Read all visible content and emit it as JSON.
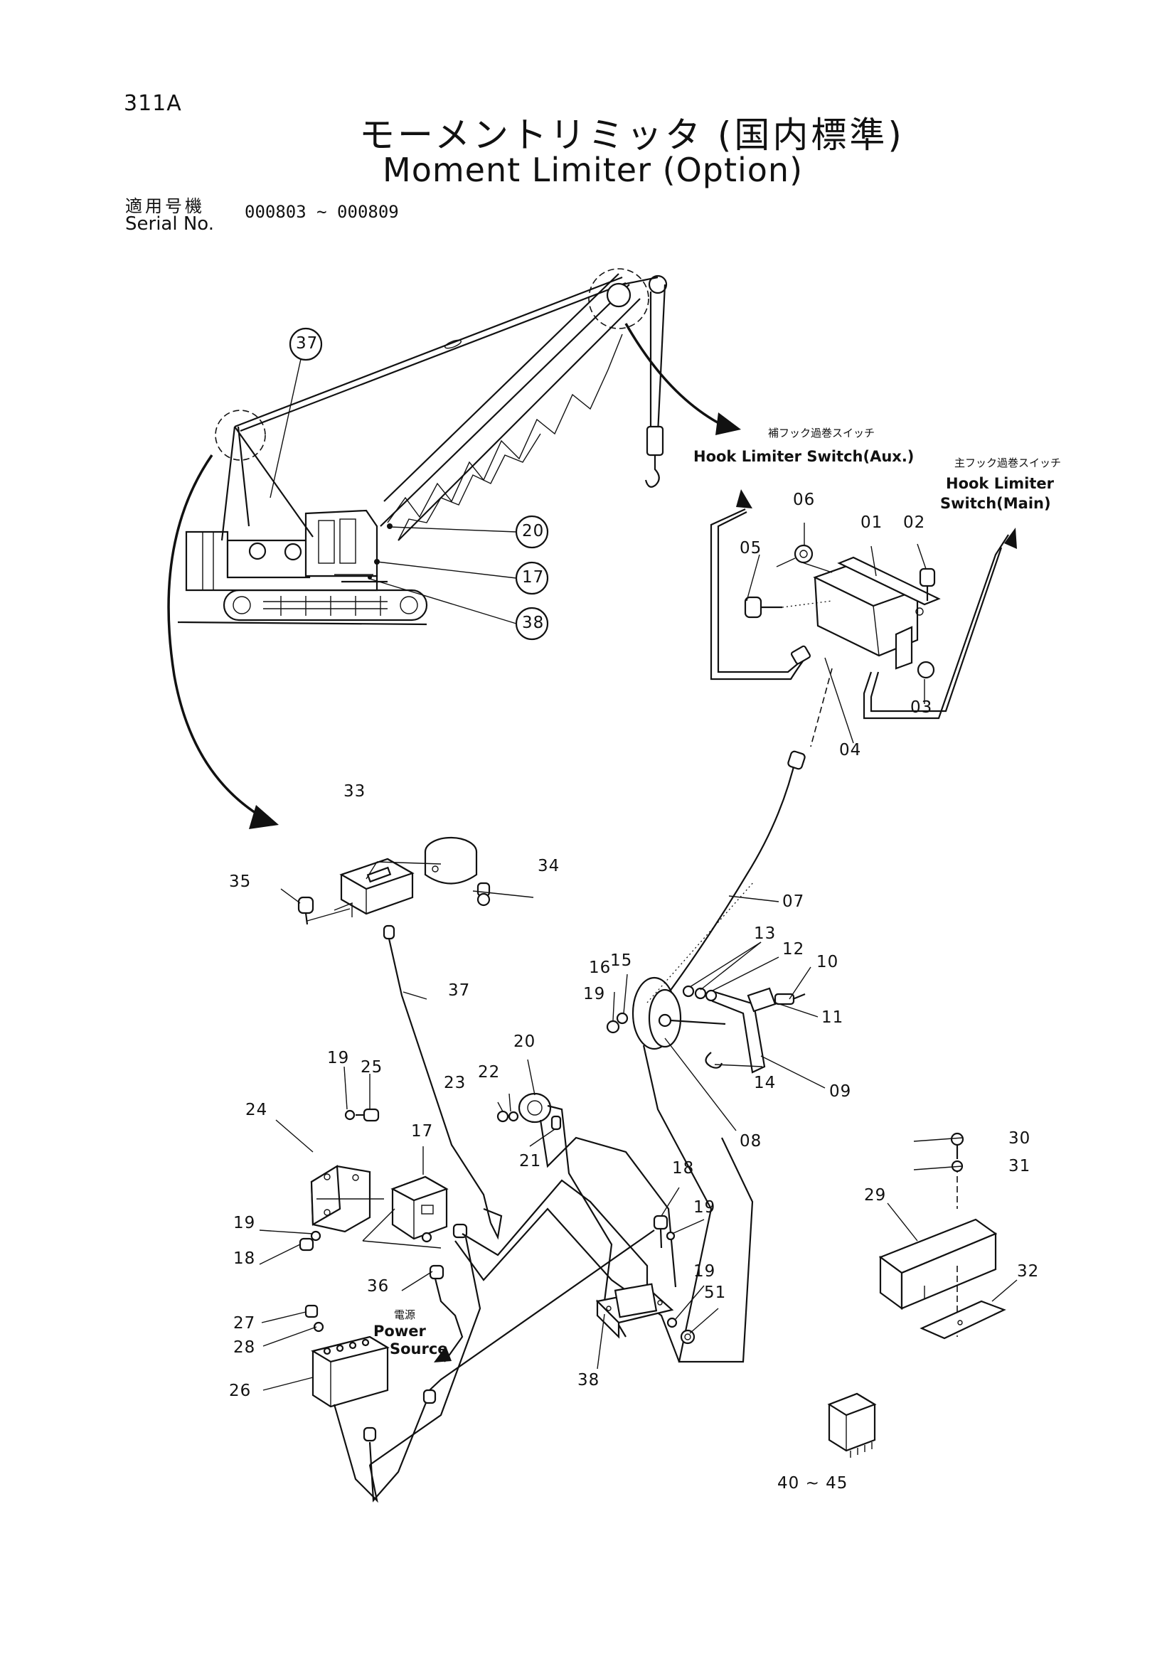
{
  "header": {
    "page_code": "311A",
    "title_jp": "モーメントリミッタ (国内標準)",
    "title_en": "Moment Limiter (Option)",
    "serial_label_jp": "適用号機",
    "serial_label_en": "Serial No.",
    "serial_range": "000803 ~ 000809"
  },
  "annotations": {
    "aux_switch_jp": "補フック過巻スイッチ",
    "aux_switch_en": "Hook Limiter Switch(Aux.)",
    "main_switch_jp": "主フック過巻スイッチ",
    "main_switch_en_line1": "Hook Limiter",
    "main_switch_en_line2": "Switch(Main)",
    "power_jp": "電源",
    "power_en_line1": "Power",
    "power_en_line2": "Source"
  },
  "crane_callouts": [
    "37",
    "20",
    "17",
    "38"
  ],
  "part_labels": [
    "01",
    "02",
    "03",
    "04",
    "05",
    "06",
    "07",
    "08",
    "09",
    "10",
    "11",
    "12",
    "13",
    "14",
    "15",
    "16",
    "17",
    "18",
    "19",
    "20",
    "21",
    "22",
    "23",
    "24",
    "25",
    "26",
    "27",
    "28",
    "29",
    "30",
    "31",
    "32",
    "33",
    "34",
    "35",
    "36",
    "37",
    "38",
    "51",
    "19",
    "19",
    "19",
    "18",
    "19",
    "40 ~ 45"
  ]
}
